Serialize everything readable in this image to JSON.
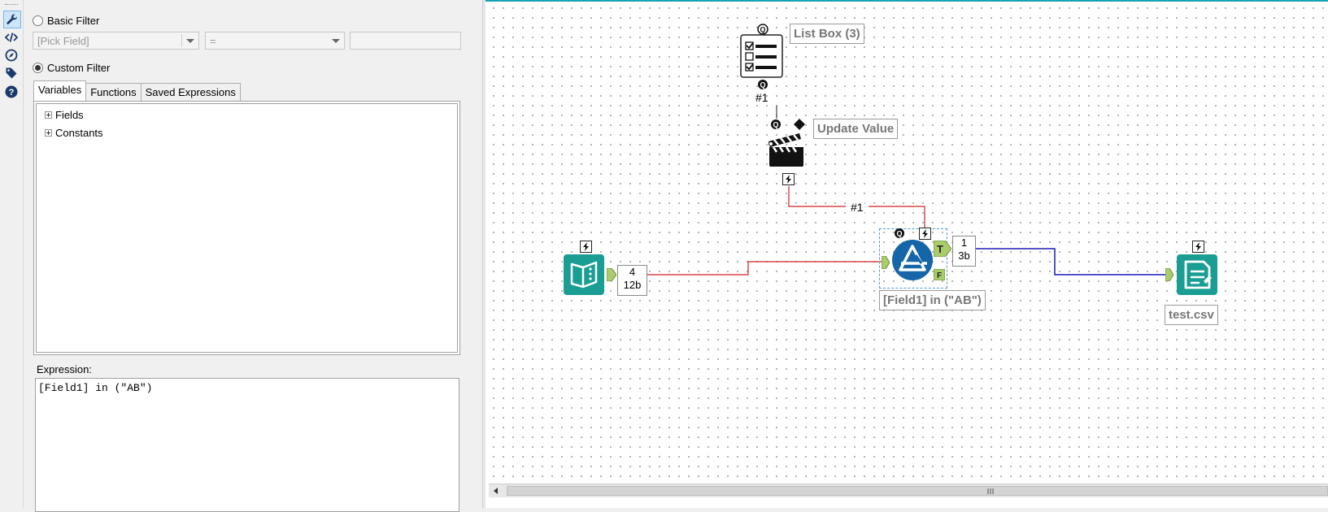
{
  "toolbar": {
    "items": [
      "wrench-icon",
      "code-icon",
      "compass-icon",
      "tag-icon",
      "help-icon"
    ]
  },
  "config": {
    "basic_filter_label": "Basic Filter",
    "pick_field_placeholder": "[Pick Field]",
    "operator_value": "=",
    "value_input": "",
    "custom_filter_label": "Custom Filter",
    "tabs": [
      "Variables",
      "Functions",
      "Saved Expressions"
    ],
    "tree": [
      "Fields",
      "Constants"
    ],
    "expression_label": "Expression:",
    "expression_value": "[Field1] in (\"AB\")"
  },
  "canvas": {
    "list_box_label": "List Box (3)",
    "list_box_output": "#1",
    "update_value_label": "Update Value",
    "connection_label": "#1",
    "input_count": "4",
    "input_size": "12b",
    "filter_count": "1",
    "filter_size": "3b",
    "filter_label": "[Field1] in (\"AB\")",
    "output_label": "test.csv",
    "anchor_q": "Q",
    "anchor_t": "T",
    "anchor_f": "F"
  },
  "colors": {
    "teal": "#1a9e93",
    "blue": "#1565a8",
    "red_connection": "#d32020",
    "blue_connection": "#1a1ab8",
    "anchor_green": "#a9cd6b"
  }
}
